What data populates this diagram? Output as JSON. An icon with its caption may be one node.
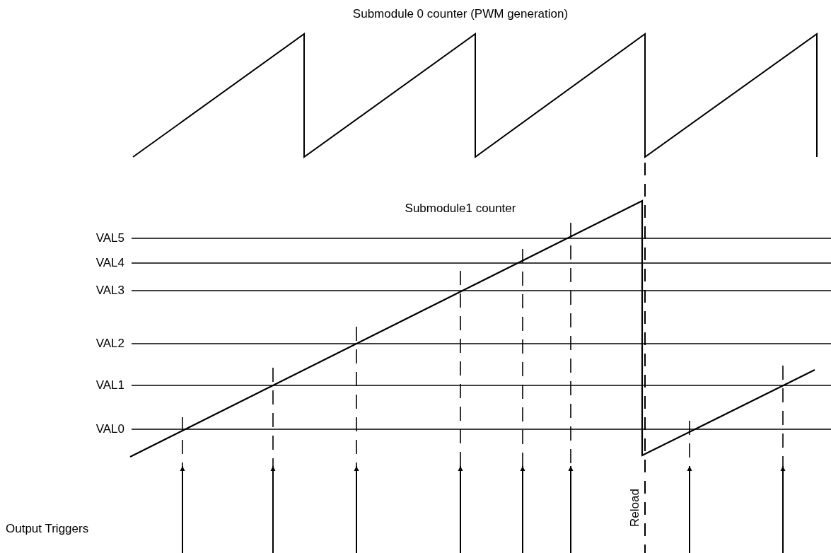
{
  "diagram": {
    "labels": [
      "Submodule 0 counter (PWM generation)",
      "Submodule1 counter",
      "VAL5",
      "VAL4",
      "VAL3",
      "VAL2",
      "VAL1",
      "VAL0",
      "Reload",
      "Output Triggers"
    ]
  }
}
